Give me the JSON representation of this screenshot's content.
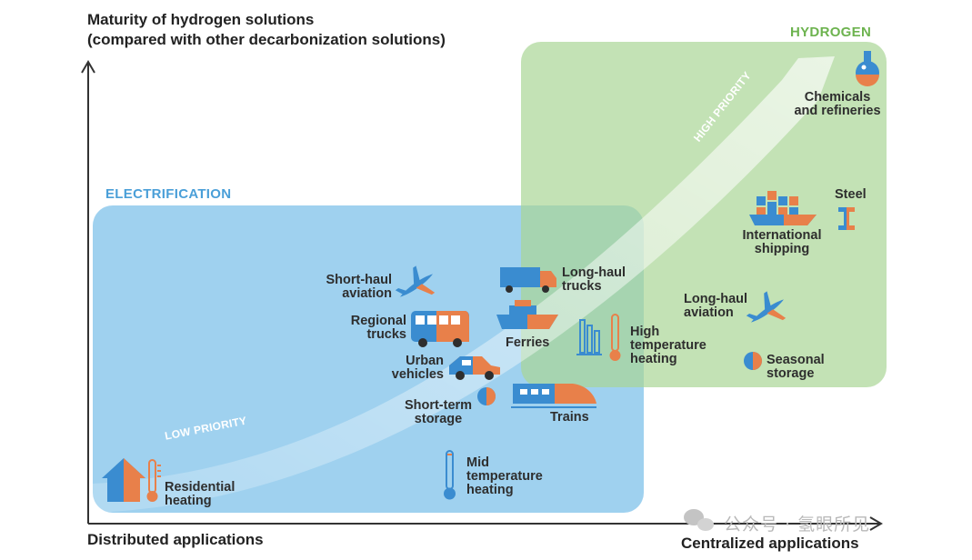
{
  "axes": {
    "y_title_line1": "Maturity of hydrogen solutions",
    "y_title_line2": "(compared with other decarbonization solutions)",
    "x_left_label": "Distributed applications",
    "x_right_label": "Centralized applications"
  },
  "regions": {
    "electrification": "ELECTRIFICATION",
    "hydrogen": "HYDROGEN"
  },
  "arrow": {
    "low": "LOW PRIORITY",
    "high": "HIGH PRIORITY"
  },
  "applications": {
    "residential_heating": [
      "Residential",
      "heating"
    ],
    "mid_temperature_heating": [
      "Mid",
      "temperature",
      "heating"
    ],
    "short_term_storage": [
      "Short-term",
      "storage"
    ],
    "trains": "Trains",
    "urban_vehicles": [
      "Urban",
      "vehicles"
    ],
    "regional_trucks": [
      "Regional",
      "trucks"
    ],
    "short_haul_aviation": [
      "Short-haul",
      "aviation"
    ],
    "ferries": "Ferries",
    "long_haul_trucks": [
      "Long-haul",
      "trucks"
    ],
    "high_temperature_heating": [
      "High",
      "temperature",
      "heating"
    ],
    "long_haul_aviation": [
      "Long-haul",
      "aviation"
    ],
    "seasonal_storage": [
      "Seasonal",
      "storage"
    ],
    "international_shipping": [
      "International",
      "shipping"
    ],
    "steel": "Steel",
    "chemicals_refineries": [
      "Chemicals",
      "and refineries"
    ]
  },
  "watermark": "公众号 · 氢眼所见",
  "colors": {
    "electrification": "#8ec9ec",
    "hydrogen": "#b7dca8",
    "blue_icon": "#3a8cd0",
    "orange_icon": "#e8804a",
    "title_blue": "#4a9fd8",
    "title_green": "#6db34f"
  }
}
